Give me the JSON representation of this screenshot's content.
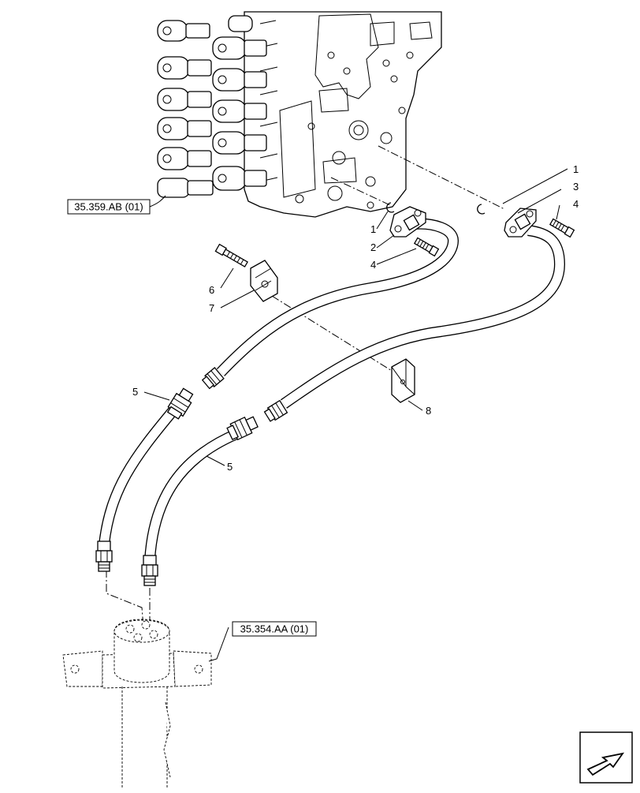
{
  "references": {
    "top": "35.359.AB (01)",
    "bottom": "35.354.AA (01)"
  },
  "callouts": {
    "c1_left": "1",
    "c2": "2",
    "c4_left": "4",
    "c1_right": "1",
    "c3": "3",
    "c4_right": "4",
    "c6": "6",
    "c7": "7",
    "c8": "8",
    "c5_top": "5",
    "c5_bottom": "5"
  },
  "nav_icon": "arrow-icon"
}
